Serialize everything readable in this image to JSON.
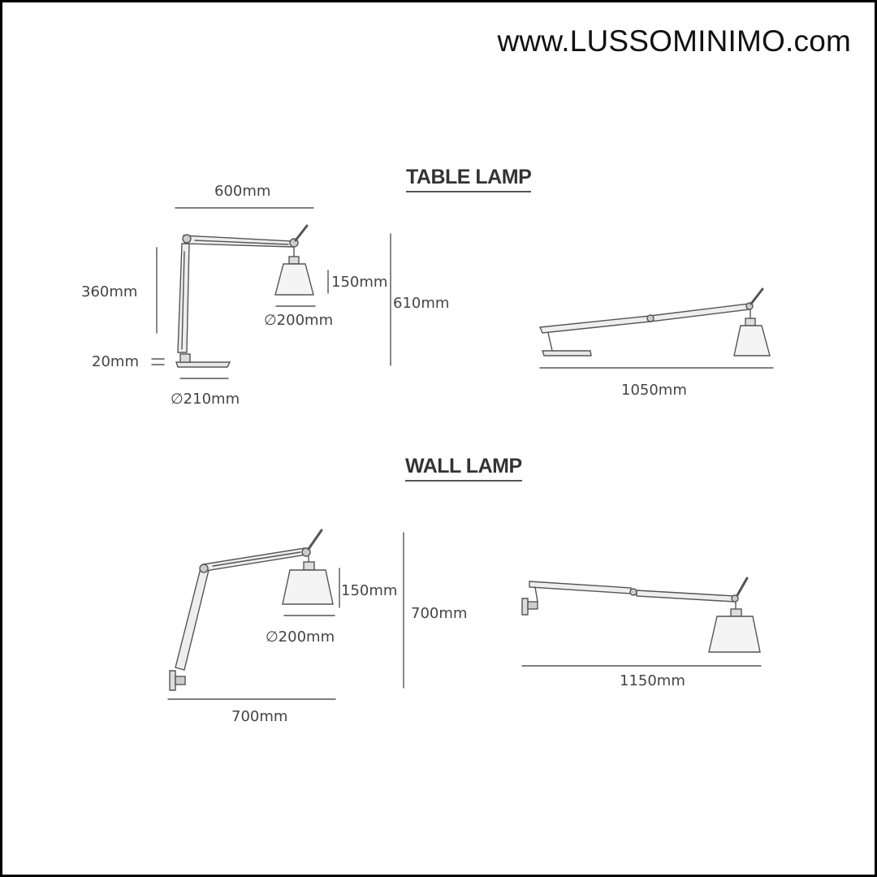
{
  "site": {
    "url": "www.LUSSOMINIMO.com"
  },
  "sections": {
    "table_lamp": {
      "title": "TABLE LAMP",
      "dims": {
        "arm_width": "600mm",
        "arm_height": "360mm",
        "base_height": "20mm",
        "base_diameter": "∅210mm",
        "shade_height": "150mm",
        "shade_diameter": "∅200mm",
        "total_height": "610mm",
        "extended_length": "1050mm"
      }
    },
    "wall_lamp": {
      "title": "WALL LAMP",
      "dims": {
        "shade_height": "150mm",
        "shade_diameter": "∅200mm",
        "total_height": "700mm",
        "reach": "700mm",
        "extended_length": "1150mm"
      }
    }
  },
  "colors": {
    "line": "#555555",
    "shade_fill": "#f4f4f4",
    "arm": "#eeeeee"
  }
}
